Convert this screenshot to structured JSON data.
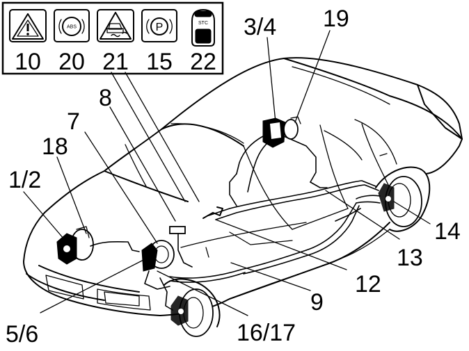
{
  "legend_icons": [
    {
      "icon": "warning-triangle-icon",
      "label": "10"
    },
    {
      "icon": "abs-warning-icon",
      "label": "20",
      "text": "ABS"
    },
    {
      "icon": "skid-car-icon",
      "label": "21"
    },
    {
      "icon": "parking-brake-icon",
      "label": "15",
      "text": "P"
    },
    {
      "icon": "stc-button-icon",
      "label": "22",
      "text": "STC"
    }
  ],
  "callouts": {
    "c1_2": "1/2",
    "c18": "18",
    "c7": "7",
    "c8": "8",
    "c3_4": "3/4",
    "c19": "19",
    "c14": "14",
    "c13": "13",
    "c12": "12",
    "c9": "9",
    "c16_17": "16/17",
    "c5_6": "5/6"
  }
}
